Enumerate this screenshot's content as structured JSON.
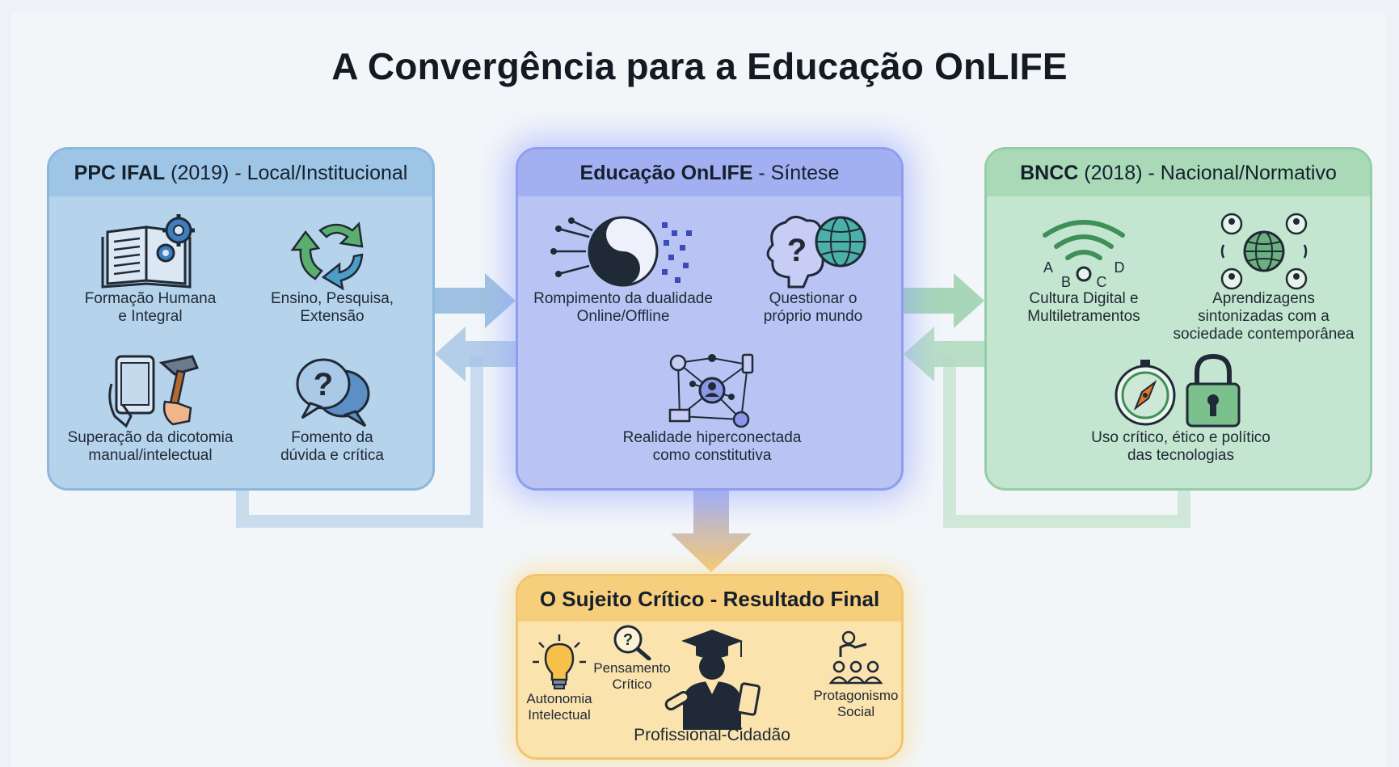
{
  "title": "A Convergência para a Educação OnLIFE",
  "colors": {
    "left": "#9ec4e6",
    "center": "#a2b0f2",
    "right": "#a9d9b7",
    "bottom": "#f7cf7c",
    "arrow_blue": "#8fb7dd",
    "arrow_green": "#9fd3b0",
    "arrow_gold": "#f3c879"
  },
  "left_panel": {
    "header_bold": "PPC IFAL",
    "header_rest": " (2019) - Local/Institucional",
    "items": [
      {
        "icon": "book-gears-icon",
        "label": "Formação Humana\ne Integral"
      },
      {
        "icon": "recycle-arrows-icon",
        "label": "Ensino, Pesquisa,\nExtensão"
      },
      {
        "icon": "tablet-hammer-icon",
        "label": "Superação da dicotomia\nmanual/intelectual"
      },
      {
        "icon": "question-bubbles-icon",
        "label": "Fomento da\ndúvida e crítica"
      }
    ]
  },
  "center_panel": {
    "header_bold": "Educação OnLIFE",
    "header_rest": " - Síntese",
    "items": [
      {
        "icon": "yin-yang-circuit-icon",
        "label": "Rompimento da dualidade\nOnline/Offline"
      },
      {
        "icon": "brain-globe-icon",
        "label": "Questionar o\npróprio mundo"
      },
      {
        "icon": "network-people-icon",
        "label": "Realidade hiperconectada\ncomo constitutiva"
      }
    ]
  },
  "right_panel": {
    "header_bold": "BNCC",
    "header_rest": " (2018) - Nacional/Normativo",
    "items": [
      {
        "icon": "wifi-abcd-icon",
        "label": "Cultura Digital e\nMultiletramentos"
      },
      {
        "icon": "globe-people-icon",
        "label": "Aprendizagens\nsintonizadas com a\nsociedade contemporânea"
      },
      {
        "icon": "compass-lock-icon",
        "label": "Uso crítico, ético e político\ndas tecnologias"
      }
    ],
    "abcd": [
      "A",
      "B",
      "C",
      "D"
    ]
  },
  "bottom_panel": {
    "header": "O Sujeito Crítico - Resultado Final",
    "items": [
      {
        "icon": "lightbulb-icon",
        "label": "Autonomia\nIntelectual"
      },
      {
        "icon": "magnifier-icon",
        "label": "Pensamento\nCrítico"
      },
      {
        "icon": "graduate-icon",
        "label": "Profissional-Cidadão"
      },
      {
        "icon": "teacher-group-icon",
        "label": "Protagonismo\nSocial"
      }
    ]
  }
}
